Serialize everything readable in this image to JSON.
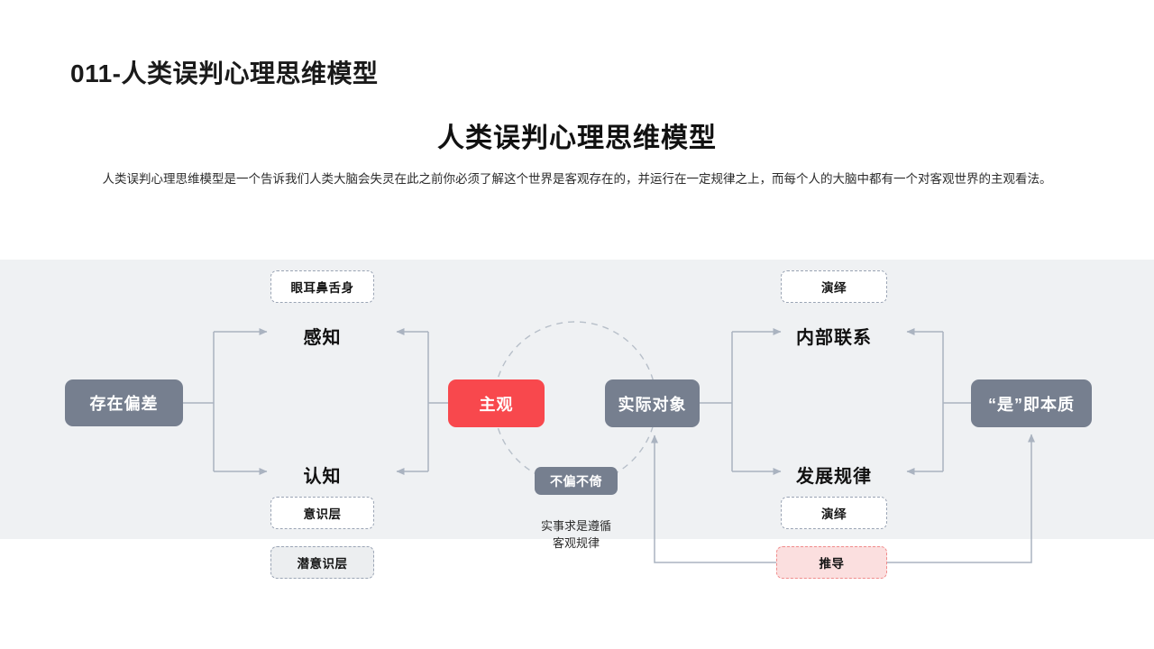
{
  "header": {
    "slide_title": "011-人类误判心理思维模型",
    "main_heading": "人类误判心理思维模型",
    "description": "人类误判心理思维模型是一个告诉我们人类大脑会失灵在此之前你必须了解这个世界是客观存在的，并运行在一定规律之上，而每个人的大脑中都有一个对客观世界的主观看法。"
  },
  "colors": {
    "band_background": "#eff1f3",
    "node_gray": "#767f8f",
    "node_red": "#f8484d",
    "dash_border": "#9aa4b4",
    "dash_fill_gray": "#eceef0",
    "dash_fill_pink": "#fbdfdf",
    "dash_border_pink": "#f08b8b",
    "wire": "#aab3c0",
    "text_dark": "#111111"
  },
  "diagram": {
    "nodes": {
      "existence_bias": "存在偏差",
      "subjective": "主观",
      "actual_object": "实际对象",
      "is_essence": "“是”即本质",
      "impartial": "不偏不倚"
    },
    "labels": {
      "perception": "感知",
      "cognition": "认知",
      "internal_relation": "内部联系",
      "development_law": "发展规律"
    },
    "tags": {
      "senses": "眼耳鼻舌身",
      "conscious_layer": "意识层",
      "subconscious_layer": "潜意识层",
      "deduction_top": "演绎",
      "deduction_bottom": "演绎",
      "derivation": "推导"
    },
    "captions": {
      "impartial_note": "实事求是遵循\n客观规律"
    }
  }
}
